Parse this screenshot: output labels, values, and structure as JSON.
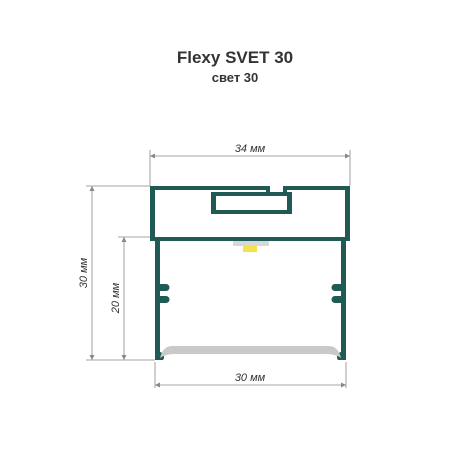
{
  "header": {
    "title": "Flexy SVET 30",
    "subtitle": "свет 30"
  },
  "dimensions": {
    "top_width": "34 мм",
    "bottom_width": "30 мм",
    "total_height": "30 мм",
    "inner_height": "20 мм"
  },
  "colors": {
    "profile": "#1f5a55",
    "diffuser": "#c9c9c9",
    "led": "#f2e34c",
    "dim_line": "#888888"
  }
}
